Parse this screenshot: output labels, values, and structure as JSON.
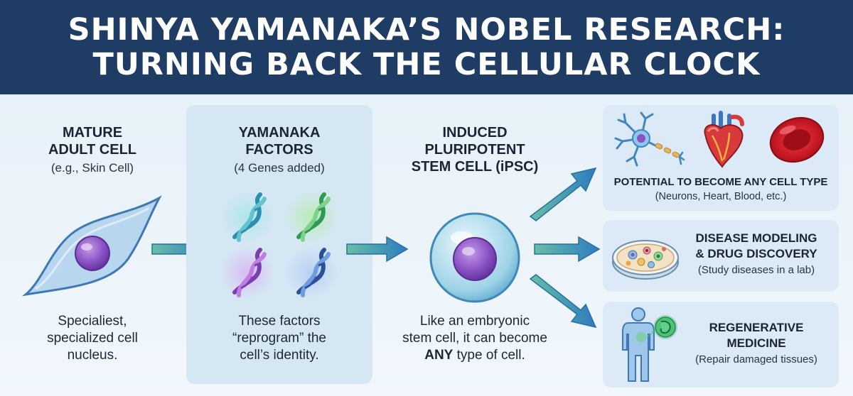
{
  "header": {
    "line1": "SHINYA YAMANAKA’S NOBEL RESEARCH:",
    "line2": "TURNING BACK THE CELLULAR CLOCK"
  },
  "adult_cell": {
    "title_line1": "MATURE",
    "title_line2": "ADULT CELL",
    "subtitle": "(e.g., Skin Cell)",
    "desc_line1": "Specialiest,",
    "desc_line2": "specialized cell",
    "desc_line3": "nucleus."
  },
  "factors": {
    "title_line1": "YAMANAKA",
    "title_line2": "FACTORS",
    "subtitle": "(4 Genes added)",
    "desc_line1": "These factors",
    "desc_line2": "“reprogram” the",
    "desc_line3": "cell’s identity."
  },
  "ipsc": {
    "title_line1": "INDUCED",
    "title_line2": "PLURIPOTENT",
    "title_line3": "STEM CELL (iPSC)",
    "desc_line1": "Like an embryonic",
    "desc_line2": "stem cell, it can become",
    "desc_line3_bold": "ANY",
    "desc_line3_rest": " type of cell."
  },
  "outcomes": [
    {
      "title_line1": "POTENTIAL TO BECOME ANY CELL TYPE",
      "subtitle": "(Neurons, Heart, Blood, etc.)"
    },
    {
      "title_line1": "DISEASE MODELING",
      "title_line2": "& DRUG DISCOVERY",
      "subtitle": "(Study diseases in a lab)"
    },
    {
      "title_line1": "REGENERATIVE",
      "title_line2": "MEDICINE",
      "subtitle": "(Repair damaged tissues)"
    }
  ],
  "colors": {
    "header_bg": "#1f3c64",
    "arrow_start": "#5fb8a0",
    "arrow_end": "#2f7fc0",
    "nucleus": "#8a52c4",
    "card_bg": "#dbeaf6"
  }
}
